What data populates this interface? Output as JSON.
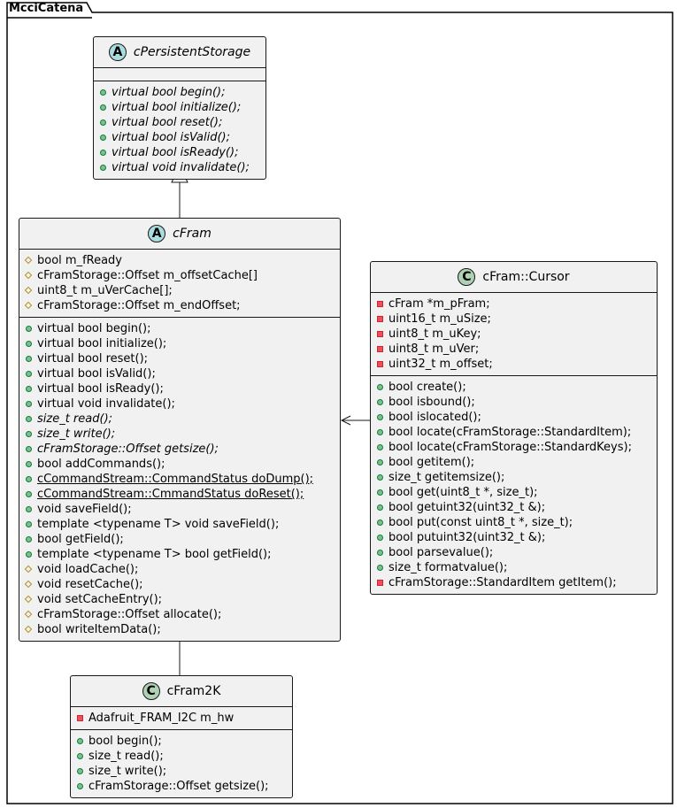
{
  "package": {
    "name": "McciCatena"
  },
  "classes": {
    "persistent": {
      "stereotype": "A",
      "name": "cPersistentStorage",
      "abstract": true,
      "fields": [],
      "methods": [
        {
          "vis": "public",
          "text": "virtual bool begin();",
          "italic": true
        },
        {
          "vis": "public",
          "text": "virtual bool initialize();",
          "italic": true
        },
        {
          "vis": "public",
          "text": "virtual bool reset();",
          "italic": true
        },
        {
          "vis": "public",
          "text": "virtual bool isValid();",
          "italic": true
        },
        {
          "vis": "public",
          "text": "virtual bool isReady();",
          "italic": true
        },
        {
          "vis": "public",
          "text": "virtual void invalidate();",
          "italic": true
        }
      ]
    },
    "cfram": {
      "stereotype": "A",
      "name": "cFram",
      "abstract": true,
      "fields": [
        {
          "vis": "protected",
          "text": "bool m_fReady"
        },
        {
          "vis": "protected",
          "text": "cFramStorage::Offset m_offsetCache[]"
        },
        {
          "vis": "protected",
          "text": "uint8_t m_uVerCache[];"
        },
        {
          "vis": "protected",
          "text": "cFramStorage::Offset m_endOffset;"
        }
      ],
      "methods": [
        {
          "vis": "public",
          "text": "virtual bool begin();"
        },
        {
          "vis": "public",
          "text": "virtual bool initialize();"
        },
        {
          "vis": "public",
          "text": "virtual bool reset();"
        },
        {
          "vis": "public",
          "text": "virtual bool isValid();"
        },
        {
          "vis": "public",
          "text": "virtual bool isReady();"
        },
        {
          "vis": "public",
          "text": "virtual void invalidate();"
        },
        {
          "vis": "public",
          "text": "size_t read();",
          "italic": true
        },
        {
          "vis": "public",
          "text": "size_t write();",
          "italic": true
        },
        {
          "vis": "public",
          "text": "cFramStorage::Offset getsize();",
          "italic": true
        },
        {
          "vis": "public",
          "text": "bool addCommands();"
        },
        {
          "vis": "public",
          "text": "cCommandStream::CommandStatus doDump();",
          "underline": true
        },
        {
          "vis": "public",
          "text": "cCommandStream::CmmandStatus doReset();",
          "underline": true
        },
        {
          "vis": "public",
          "text": "void saveField();"
        },
        {
          "vis": "public",
          "text": "template <typename T> void saveField();"
        },
        {
          "vis": "public",
          "text": "bool getField();"
        },
        {
          "vis": "public",
          "text": "template <typename T> bool getField();"
        },
        {
          "vis": "protected",
          "text": "void loadCache();"
        },
        {
          "vis": "protected",
          "text": "void resetCache();"
        },
        {
          "vis": "protected",
          "text": "void setCacheEntry();"
        },
        {
          "vis": "protected",
          "text": "cFramStorage::Offset allocate();"
        },
        {
          "vis": "protected",
          "text": "bool writeItemData();"
        }
      ]
    },
    "cursor": {
      "stereotype": "C",
      "name": "cFram::Cursor",
      "abstract": false,
      "fields": [
        {
          "vis": "private",
          "text": "cFram *m_pFram;"
        },
        {
          "vis": "private",
          "text": "uint16_t m_uSize;"
        },
        {
          "vis": "private",
          "text": "uint8_t m_uKey;"
        },
        {
          "vis": "private",
          "text": "uint8_t m_uVer;"
        },
        {
          "vis": "private",
          "text": "uint32_t m_offset;"
        }
      ],
      "methods": [
        {
          "vis": "public",
          "text": "bool create();"
        },
        {
          "vis": "public",
          "text": "bool isbound();"
        },
        {
          "vis": "public",
          "text": "bool islocated();"
        },
        {
          "vis": "public",
          "text": "bool locate(cFramStorage::StandardItem);"
        },
        {
          "vis": "public",
          "text": "bool locate(cFramStorage::StandardKeys);"
        },
        {
          "vis": "public",
          "text": "bool getitem();"
        },
        {
          "vis": "public",
          "text": "size_t getitemsize();"
        },
        {
          "vis": "public",
          "text": "bool get(uint8_t *, size_t);"
        },
        {
          "vis": "public",
          "text": "bool getuint32(uint32_t &);"
        },
        {
          "vis": "public",
          "text": "bool put(const uint8_t *, size_t);"
        },
        {
          "vis": "public",
          "text": "bool putuint32(uint32_t &);"
        },
        {
          "vis": "public",
          "text": "bool parsevalue();"
        },
        {
          "vis": "public",
          "text": "size_t formatvalue();"
        },
        {
          "vis": "private",
          "text": "cFramStorage::StandardItem getItem();"
        }
      ]
    },
    "fram2k": {
      "stereotype": "C",
      "name": "cFram2K",
      "abstract": false,
      "fields": [
        {
          "vis": "private",
          "text": "Adafruit_FRAM_I2C m_hw"
        }
      ],
      "methods": [
        {
          "vis": "public",
          "text": "bool begin();"
        },
        {
          "vis": "public",
          "text": "size_t read();"
        },
        {
          "vis": "public",
          "text": "size_t write();"
        },
        {
          "vis": "public",
          "text": "cFramStorage::Offset getsize();"
        }
      ]
    }
  }
}
